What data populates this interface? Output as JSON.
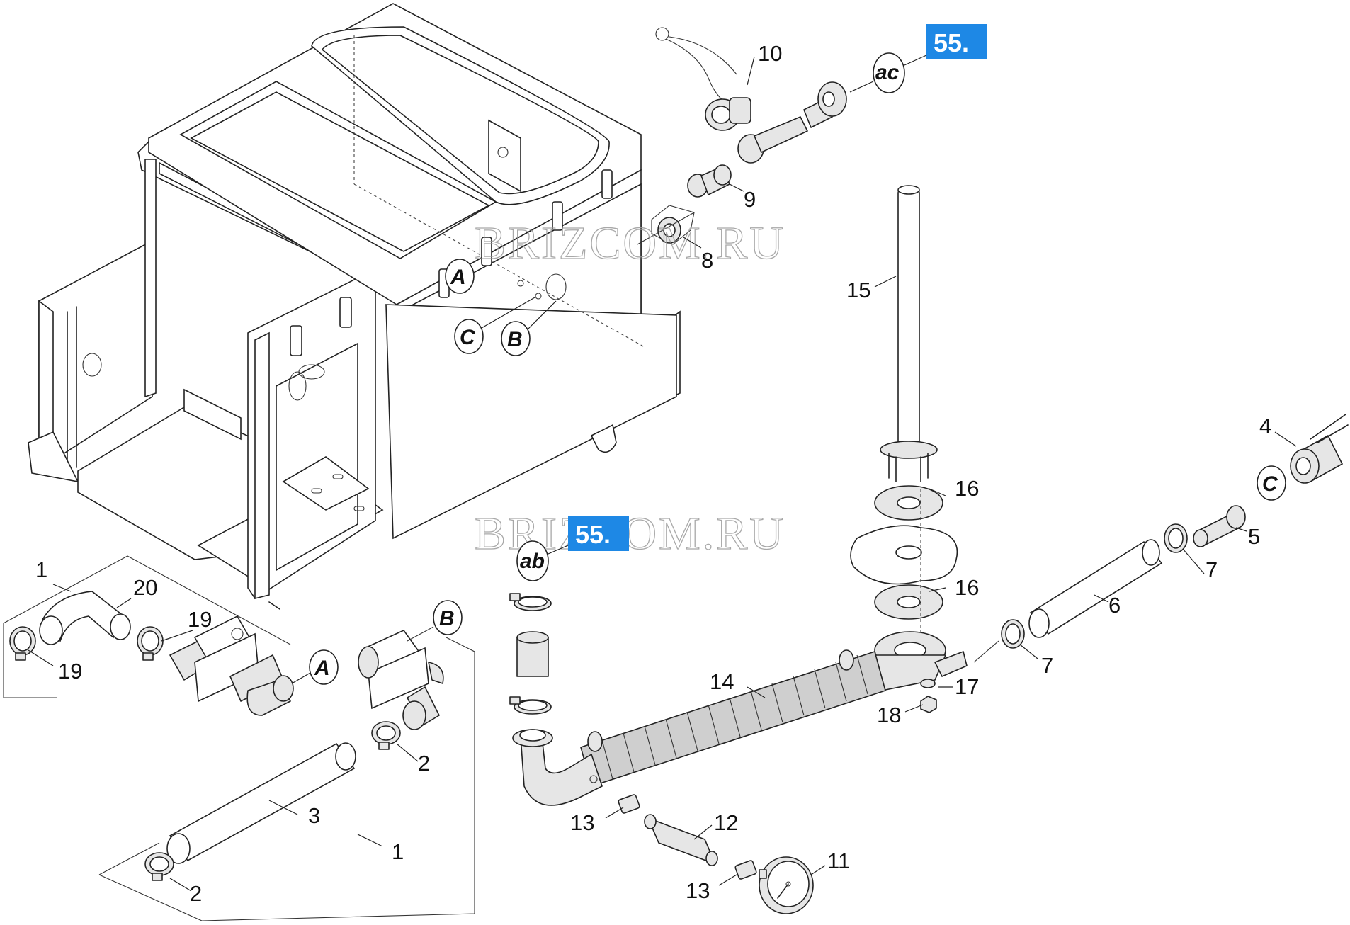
{
  "watermark": "BRIZCOM.RU",
  "ref_badge": {
    "text": "55.",
    "color": "#1e88e5"
  },
  "callouts": {
    "c1a": "1",
    "c1b": "1",
    "c2a": "2",
    "c2b": "2",
    "c3": "3",
    "c4": "4",
    "c5": "5",
    "c6": "6",
    "c7a": "7",
    "c7b": "7",
    "c8": "8",
    "c9": "9",
    "c10": "10",
    "c11": "11",
    "c12": "12",
    "c13a": "13",
    "c13b": "13",
    "c14": "14",
    "c15": "15",
    "c16a": "16",
    "c16b": "16",
    "c17": "17",
    "c18": "18",
    "c19a": "19",
    "c19b": "19",
    "c20": "20"
  },
  "connectors": {
    "A": "A",
    "B": "B",
    "C": "C",
    "ab": "ab",
    "ac": "ac"
  }
}
